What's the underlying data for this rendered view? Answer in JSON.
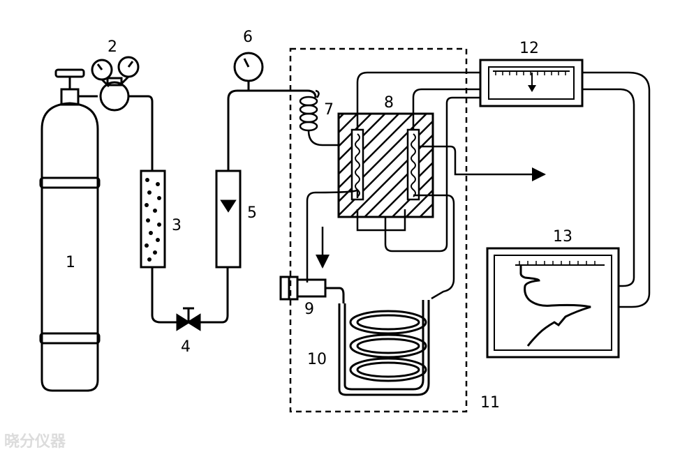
{
  "labels": {
    "l1": "1",
    "l2": "2",
    "l3": "3",
    "l4": "4",
    "l5": "5",
    "l6": "6",
    "l7": "7",
    "l8": "8",
    "l9": "9",
    "l10": "10",
    "l11": "11",
    "l12": "12",
    "l13": "13"
  },
  "watermark": "晓分仪器",
  "colors": {
    "ink": "#000000",
    "paper": "#ffffff",
    "watermark": "#dcdcdc"
  }
}
